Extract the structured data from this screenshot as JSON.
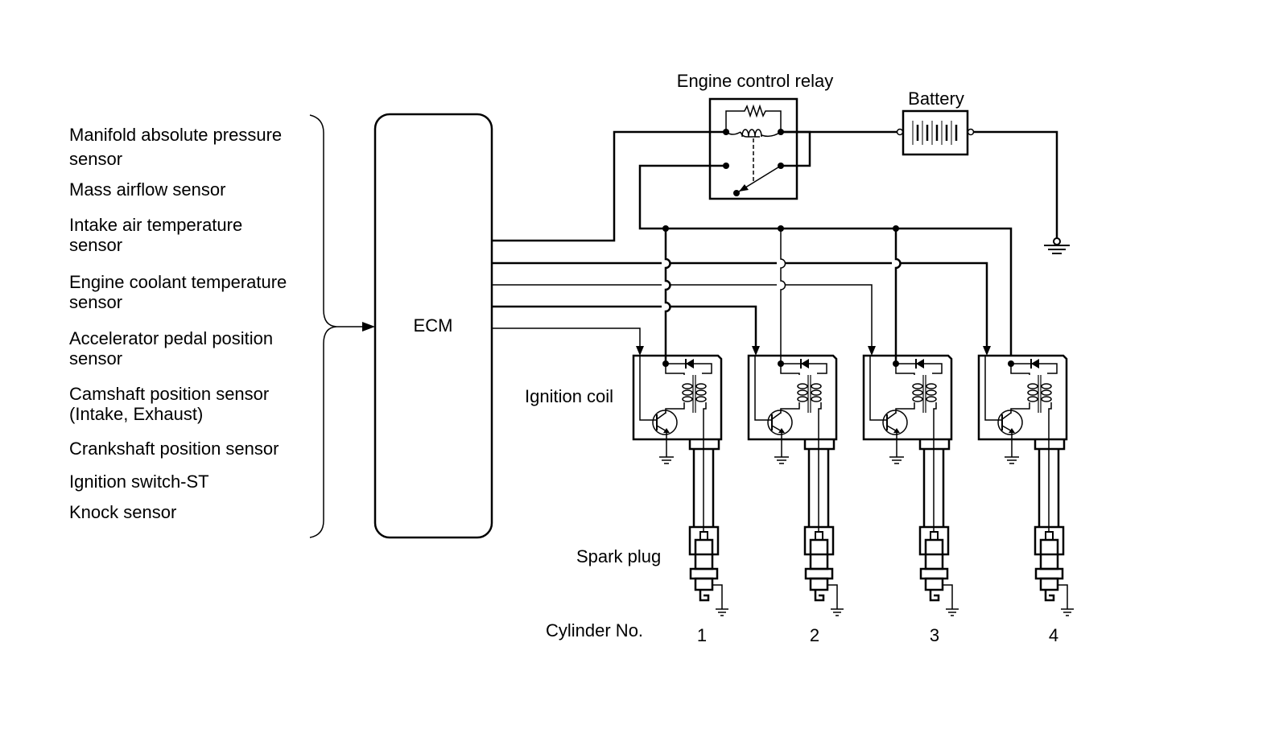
{
  "diagram": {
    "type": "wiring-schematic",
    "inputs": {
      "sensors": [
        {
          "lines": [
            "Manifold absolute pressure",
            "sensor"
          ]
        },
        {
          "lines": [
            "Mass airflow sensor"
          ]
        },
        {
          "lines": [
            "Intake air temperature",
            "sensor"
          ]
        },
        {
          "lines": [
            "Engine coolant temperature",
            "sensor"
          ]
        },
        {
          "lines": [
            "Accelerator pedal position",
            "sensor"
          ]
        },
        {
          "lines": [
            "Camshaft position sensor",
            "(Intake, Exhaust)"
          ]
        },
        {
          "lines": [
            "Crankshaft position sensor"
          ]
        },
        {
          "lines": [
            "Ignition switch-ST"
          ]
        },
        {
          "lines": [
            "Knock sensor"
          ]
        }
      ]
    },
    "ecm": {
      "label": "ECM"
    },
    "relay": {
      "label": "Engine control relay"
    },
    "battery": {
      "label": "Battery"
    },
    "ignition_coil": {
      "label": "Ignition coil"
    },
    "spark_plug": {
      "label": "Spark plug"
    },
    "cylinders": {
      "label": "Cylinder No.",
      "numbers": [
        "1",
        "2",
        "3",
        "4"
      ]
    },
    "colors": {
      "line": "#000000",
      "background": "#ffffff"
    }
  }
}
